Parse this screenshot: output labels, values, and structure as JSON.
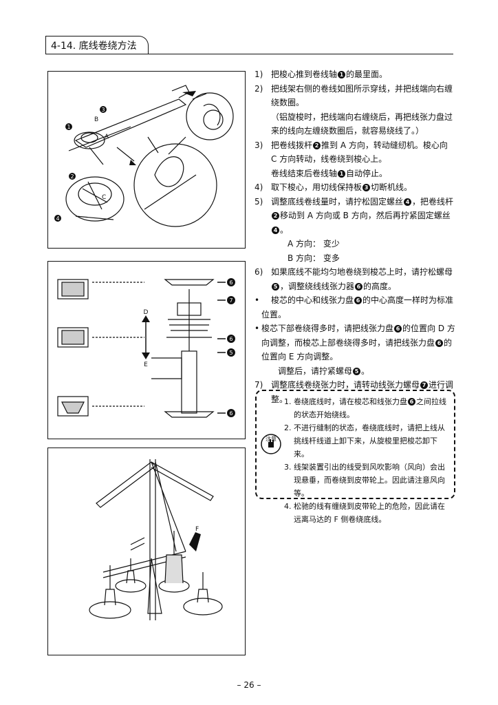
{
  "section": {
    "title": "4-14. 底线卷绕方法"
  },
  "figures": {
    "fig1_labels": {
      "l1": "1",
      "l2": "2",
      "l3": "3",
      "l4": "4",
      "A": "A",
      "B": "B",
      "C": "C"
    },
    "fig2_labels": {
      "l5": "5",
      "l6a": "6",
      "l6b": "6",
      "l6c": "6",
      "l7": "7",
      "D": "D",
      "E": "E"
    },
    "fig3_labels": {
      "F": "F"
    }
  },
  "steps": [
    {
      "num": "1)",
      "parts": [
        "把梭心推到卷线轴",
        "1",
        "的最里面。"
      ]
    },
    {
      "num": "2)",
      "lines": [
        "把线架右侧的卷线如图所示穿线，并把线端向右缠绕数圈。"
      ],
      "note": "（铝旋梭时，把线端向右缠绕后，再把线张力盘过来的线向左缠绕数圈后，就容易绕线了。）"
    },
    {
      "num": "3)",
      "parts": [
        "把卷线拨杆",
        "2",
        "推到 A 方向，转动缝纫机。梭心向 C 方向转动，线卷绕到梭心上。"
      ],
      "sub_parts": [
        "卷线结束后卷线轴",
        "1",
        "自动停止。"
      ]
    },
    {
      "num": "4)",
      "parts": [
        "取下梭心，用切线保持板",
        "3",
        "切断机线。"
      ]
    },
    {
      "num": "5)",
      "parts": [
        "调整底线卷线量时，请拧松固定螺丝",
        "4",
        "，把卷线杆",
        "2",
        "移动到 A 方向或 B 方向，然后再拧紧固定螺丝",
        "4",
        "。"
      ],
      "dir_a": "A 方向： 变少",
      "dir_b": "B 方向： 变多"
    },
    {
      "num": "6)",
      "parts": [
        "如果底线不能均匀地卷绕到梭芯上时，请拧松螺母",
        "5",
        "，调整绕线线张力器",
        "6",
        "的高度。"
      ],
      "bullet1": [
        "梭芯的中心和线张力盘",
        "6",
        "的中心高度一样时为标准位置。"
      ],
      "bullet2": [
        "梭芯下部卷绕得多时，请把线张力盘",
        "6",
        "的位置向 D 方向调整，而梭芯上部卷绕得多时，请把线张力盘",
        "6",
        "的位置向 E 方向调整。"
      ],
      "after": [
        "调整后，请拧紧螺母",
        "5",
        "。"
      ]
    },
    {
      "num": "7)",
      "parts": [
        "调整底线卷绕张力时，请转动线张力螺母",
        "7",
        "进行调整。"
      ]
    }
  ],
  "caution": {
    "icon": "caution-hand-icon",
    "icon_text": "注意",
    "items": [
      {
        "num": "1.",
        "parts": [
          "卷绕底线时，请在梭芯和线张力盘",
          "6",
          "之间拉线的状态开始绕线。"
        ]
      },
      {
        "num": "2.",
        "text": "不进行缝制的状态，卷绕底线时，请把上线从挑线杆线道上卸下来，从旋梭里把梭芯卸下来。"
      },
      {
        "num": "3.",
        "text": "线架装置引出的线受到风吹影响（风向）会出现悬垂，而卷绕到皮带轮上。因此请注意风向等。"
      },
      {
        "num": "4.",
        "text": "松驰的线有缠绕到皮带轮上的危险，因此请在远离马达的 F 侧卷绕底线。"
      }
    ]
  },
  "page_number": "– 26 –"
}
